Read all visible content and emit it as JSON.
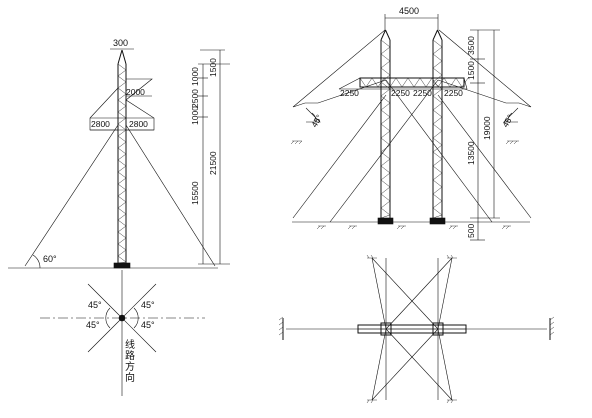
{
  "left_tower": {
    "top_width": "300",
    "arm_upper_span": "2000",
    "arm_lower_left": "2800",
    "arm_lower_right": "2800",
    "dims_col1": [
      "1000",
      "2500",
      "1000",
      "15500"
    ],
    "dims_col2": [
      "1500",
      "21500"
    ],
    "guy_angle": "60°"
  },
  "left_plan": {
    "angles": [
      "45°",
      "45°",
      "45°",
      "45°"
    ],
    "line_direction": "线路方向"
  },
  "right_tower": {
    "top_spacing": "4500",
    "crossarm_dims": [
      "2250",
      "2250",
      "2250",
      "2250"
    ],
    "right_dims": [
      "3500",
      "1500",
      "13500",
      "500"
    ],
    "total_height": "19000",
    "guy_angle_left": "45°",
    "guy_angle_right": "45°"
  }
}
